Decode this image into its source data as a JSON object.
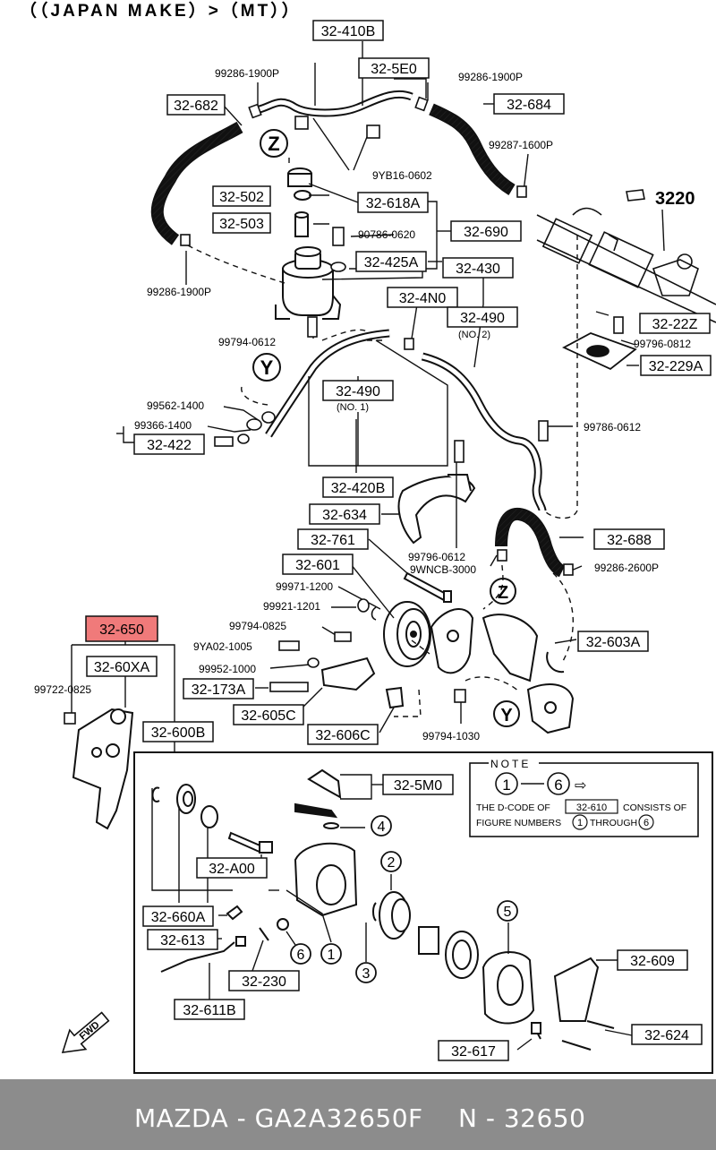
{
  "header": {
    "title": "（（JAPAN MAKE）>（MT））"
  },
  "boxed_labels": [
    {
      "id": "32-410B",
      "text": "32-410B"
    },
    {
      "id": "32-5E0",
      "text": "32-5E0"
    },
    {
      "id": "32-682",
      "text": "32-682"
    },
    {
      "id": "32-684",
      "text": "32-684"
    },
    {
      "id": "32-502",
      "text": "32-502"
    },
    {
      "id": "32-618A",
      "text": "32-618A"
    },
    {
      "id": "32-503",
      "text": "32-503"
    },
    {
      "id": "32-690",
      "text": "32-690"
    },
    {
      "id": "32-425A",
      "text": "32-425A"
    },
    {
      "id": "32-430",
      "text": "32-430"
    },
    {
      "id": "32-4N0",
      "text": "32-4N0"
    },
    {
      "id": "32-490-2",
      "text": "32-490"
    },
    {
      "id": "32-22Z",
      "text": "32-22Z"
    },
    {
      "id": "32-229A",
      "text": "32-229A"
    },
    {
      "id": "32-490-1",
      "text": "32-490"
    },
    {
      "id": "32-422",
      "text": "32-422"
    },
    {
      "id": "32-420B",
      "text": "32-420B"
    },
    {
      "id": "32-634",
      "text": "32-634"
    },
    {
      "id": "32-761",
      "text": "32-761"
    },
    {
      "id": "32-688",
      "text": "32-688"
    },
    {
      "id": "32-601",
      "text": "32-601"
    },
    {
      "id": "32-650",
      "text": "32-650"
    },
    {
      "id": "32-603A",
      "text": "32-603A"
    },
    {
      "id": "32-60XA",
      "text": "32-60XA"
    },
    {
      "id": "32-173A",
      "text": "32-173A"
    },
    {
      "id": "32-605C",
      "text": "32-605C"
    },
    {
      "id": "32-606C",
      "text": "32-606C"
    },
    {
      "id": "32-600B",
      "text": "32-600B"
    },
    {
      "id": "32-5M0",
      "text": "32-5M0"
    },
    {
      "id": "32-610",
      "text": "32-610"
    },
    {
      "id": "32-A00",
      "text": "32-A00"
    },
    {
      "id": "32-660A",
      "text": "32-660A"
    },
    {
      "id": "32-613",
      "text": "32-613"
    },
    {
      "id": "32-230",
      "text": "32-230"
    },
    {
      "id": "32-609",
      "text": "32-609"
    },
    {
      "id": "32-611B",
      "text": "32-611B"
    },
    {
      "id": "32-624",
      "text": "32-624"
    },
    {
      "id": "32-617",
      "text": "32-617"
    }
  ],
  "part_numbers": [
    {
      "id": "p1",
      "text": "99286-1900P"
    },
    {
      "id": "p2",
      "text": "99286-1900P"
    },
    {
      "id": "p3",
      "text": "99287-1600P"
    },
    {
      "id": "p4",
      "text": "9YB16-0602"
    },
    {
      "id": "p5",
      "text": "90786-0620"
    },
    {
      "id": "p6",
      "text": "99286-1900P"
    },
    {
      "id": "p7",
      "text": "99794-0612"
    },
    {
      "id": "p8",
      "text": "99796-0812"
    },
    {
      "id": "p9",
      "text": "99562-1400"
    },
    {
      "id": "p10",
      "text": "99366-1400"
    },
    {
      "id": "p11",
      "text": "99786-0612"
    },
    {
      "id": "p12",
      "text": "99796-0612"
    },
    {
      "id": "p13",
      "text": "9WNCB-3000"
    },
    {
      "id": "p14",
      "text": "99286-2600P"
    },
    {
      "id": "p15",
      "text": "99971-1200"
    },
    {
      "id": "p16",
      "text": "99921-1201"
    },
    {
      "id": "p17",
      "text": "99794-0825"
    },
    {
      "id": "p18",
      "text": "9YA02-1005"
    },
    {
      "id": "p19",
      "text": "99952-1000"
    },
    {
      "id": "p20",
      "text": "99722-0825"
    },
    {
      "id": "p21",
      "text": "99794-1030"
    }
  ],
  "notes": {
    "no2": "(NO. 2)",
    "no1": "(NO. 1)"
  },
  "section_ref": "3220",
  "markers": {
    "z": "Z",
    "y": "Y"
  },
  "note_box": {
    "title": "NOTE",
    "range_from": "1",
    "range_to": "6",
    "arrow": "⇨",
    "line1_a": "THE D-CODE OF",
    "line1_code": "32-610",
    "line1_b": "CONSISTS OF",
    "line2_a": "FIGURE NUMBERS",
    "line2_from": "1",
    "line2_mid": "THROUGH",
    "line2_to": "6"
  },
  "circled_numbers": {
    "n1": "1",
    "n2": "2",
    "n3": "3",
    "n4": "4",
    "n5": "5",
    "n6": "6"
  },
  "fwd_label": "FWD",
  "highlight_color": "#f07a7a",
  "footer": {
    "left": "MAZDA - GA2A32650F",
    "right": "N - 32650"
  }
}
